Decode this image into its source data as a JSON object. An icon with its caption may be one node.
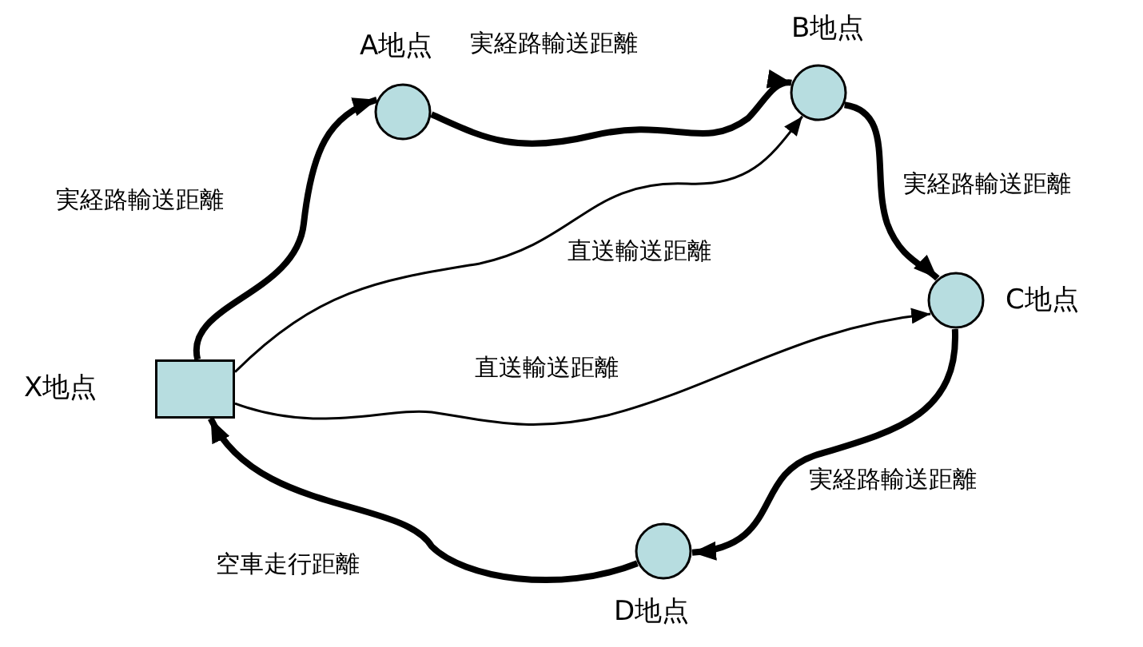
{
  "diagram": {
    "nodes": [
      {
        "text": [],
        "shape": "box",
        "beside": [
          "X地点"
        ]
      },
      {
        "text": [],
        "shape": "circle",
        "beside": [
          "A地点"
        ]
      },
      {
        "text": [],
        "shape": "circle",
        "beside": [
          "B地点"
        ]
      },
      {
        "text": [],
        "shape": "circle",
        "beside": [
          "C地点"
        ]
      },
      {
        "text": [],
        "shape": "circle",
        "beside": [
          "D地点"
        ]
      }
    ],
    "edges": [
      {
        "from": 0,
        "to": 1,
        "arrow": "to",
        "label": "実経路輸送距離"
      },
      {
        "from": 1,
        "to": 2,
        "arrow": "to",
        "label": "実経路輸送距離"
      },
      {
        "from": 0,
        "to": 2,
        "arrow": "to",
        "label": "直送輸送距離"
      },
      {
        "from": 2,
        "to": 3,
        "arrow": "to",
        "label": "実経路輸送距離"
      },
      {
        "from": 0,
        "to": 3,
        "arrow": "to",
        "label": "直送輸送距離"
      },
      {
        "from": 3,
        "to": 4,
        "arrow": "to",
        "label": "実経路輸送距離"
      },
      {
        "from": 4,
        "to": 0,
        "arrow": "to",
        "label": "空車走行距離"
      }
    ]
  }
}
